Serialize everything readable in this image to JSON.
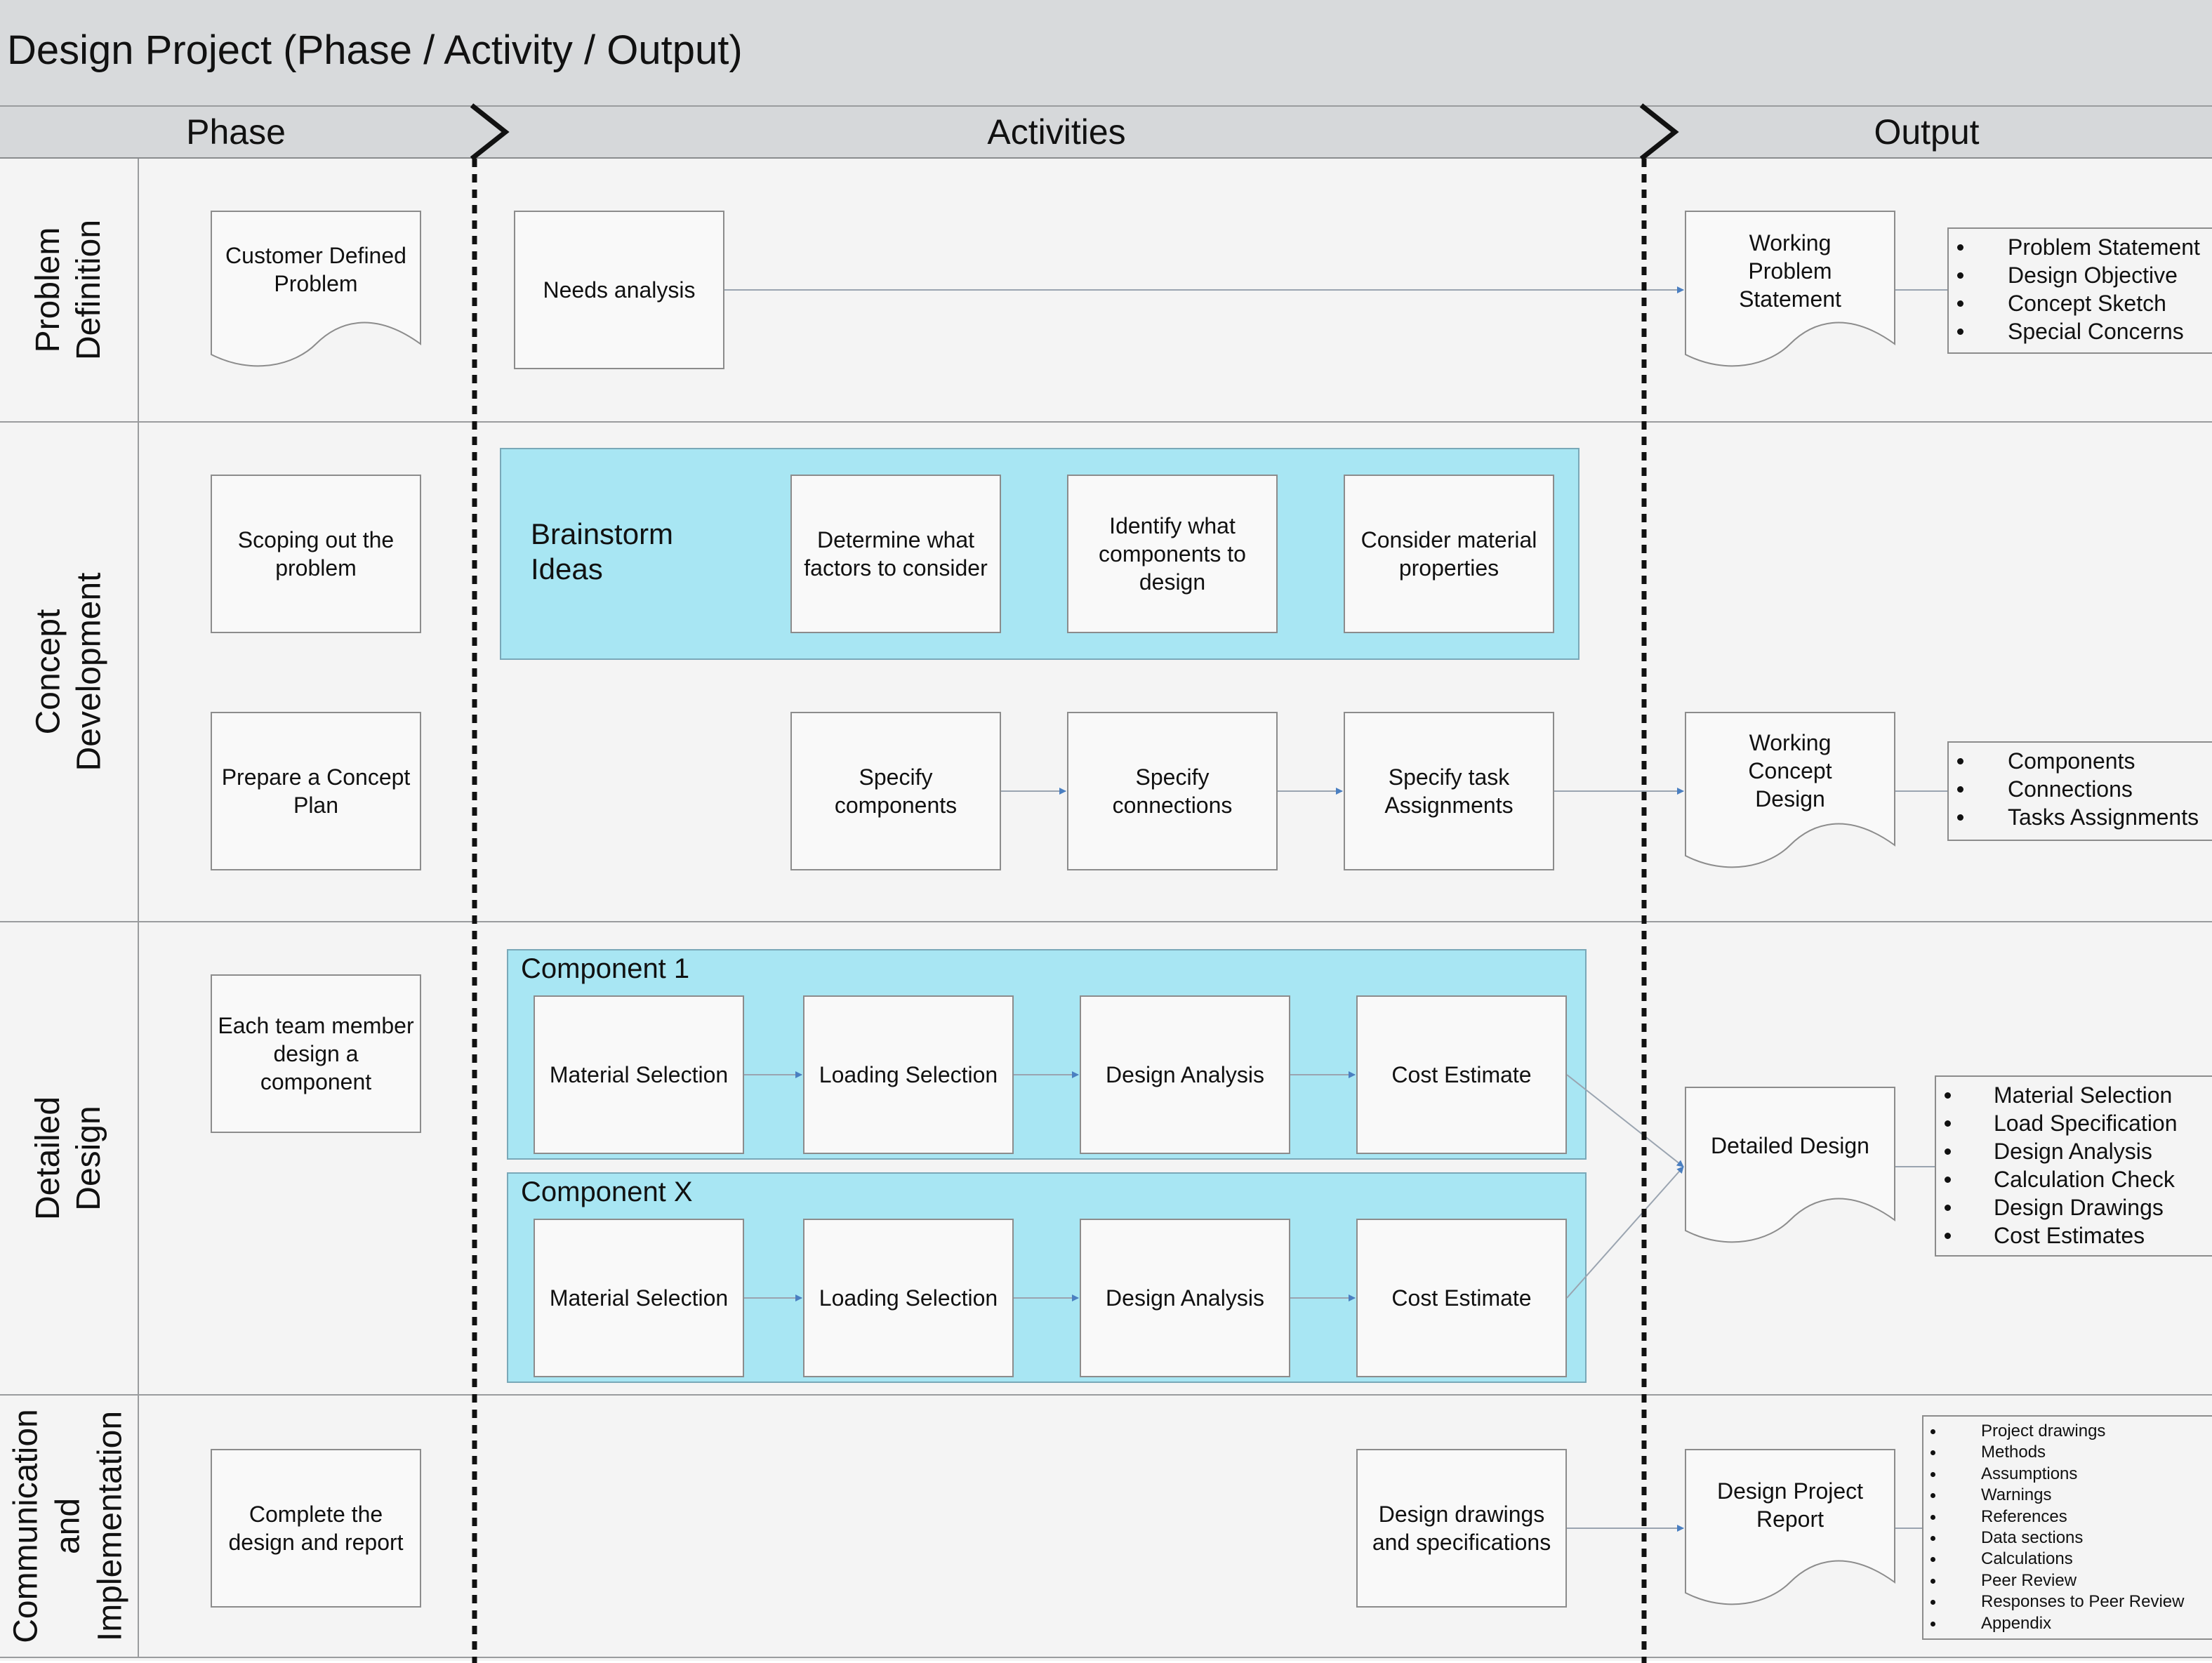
{
  "title": "Design Project (Phase / Activity / Output)",
  "columns": {
    "phase": "Phase",
    "activities": "Activities",
    "output": "Output"
  },
  "rows": [
    {
      "label": "Problem\nDefinition"
    },
    {
      "label": "Concept\nDevelopment"
    },
    {
      "label": "Detailed\nDesign"
    },
    {
      "label": "Communication\nand\nImplementation"
    }
  ],
  "phase_boxes": [
    "Customer Defined Problem",
    "Scoping out the problem",
    "Prepare a Concept Plan",
    "Each team member design a component",
    "Complete the design and report"
  ],
  "activities": {
    "needs_analysis": "Needs analysis",
    "brainstorm": {
      "label": "Brainstorm\nIdeas",
      "items": [
        "Determine what factors to consider",
        "Identify what components to design",
        "Consider material properties"
      ]
    },
    "specify": [
      "Specify components",
      "Specify connections",
      "Specify task Assignments"
    ],
    "component_groups": [
      {
        "label": "Component 1",
        "items": [
          "Material Selection",
          "Loading Selection",
          "Design Analysis",
          "Cost Estimate"
        ]
      },
      {
        "label": "Component X",
        "items": [
          "Material Selection",
          "Loading Selection",
          "Design Analysis",
          "Cost Estimate"
        ]
      }
    ],
    "design_drawings": "Design drawings and specifications"
  },
  "outputs": [
    {
      "doc": "Working Problem Statement",
      "bullets": [
        "Problem Statement",
        "Design Objective",
        "Concept Sketch",
        "Special Concerns"
      ]
    },
    {
      "doc": "Working Concept Design",
      "bullets": [
        "Components",
        "Connections",
        "Tasks Assignments"
      ]
    },
    {
      "doc": "Detailed Design",
      "bullets": [
        "Material Selection",
        "Load Specification",
        "Design Analysis",
        "Calculation Check",
        "Design Drawings",
        "Cost Estimates"
      ]
    },
    {
      "doc": "Design Project Report",
      "bullets": [
        "Project drawings",
        "Methods",
        "Assumptions",
        "Warnings",
        "References",
        "Data sections",
        "Calculations",
        "Peer Review",
        "Responses to Peer Review",
        "Appendix"
      ]
    }
  ],
  "colors": {
    "group_fill": "#a8e6f3",
    "arrow": "#4a7fc1",
    "header_bg": "#d6d8da"
  }
}
